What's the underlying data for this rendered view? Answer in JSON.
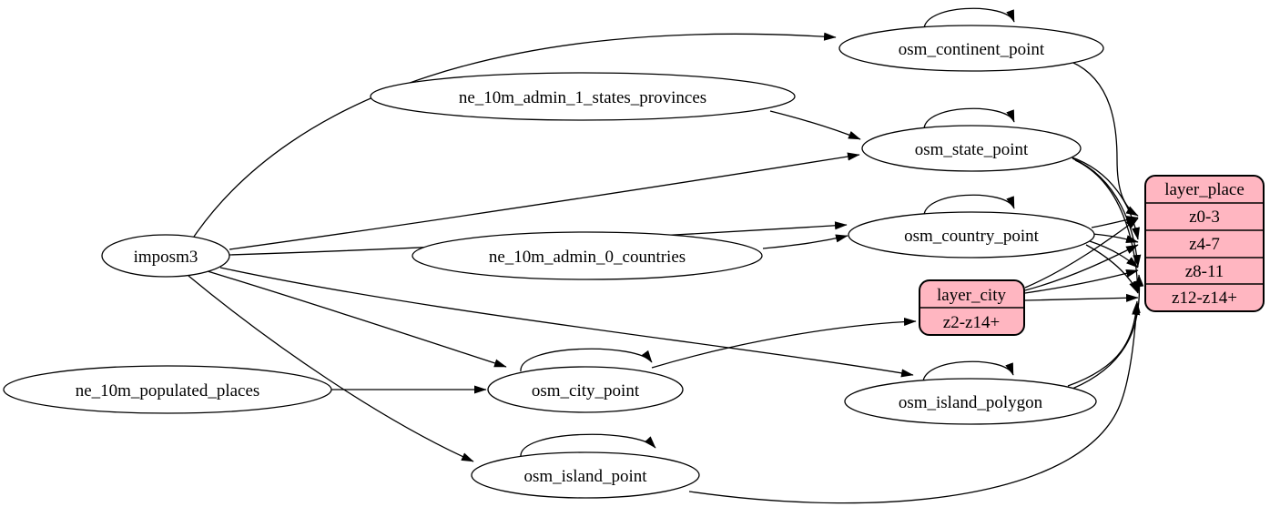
{
  "diagram": {
    "kind": "graphviz-etl-dependency-graph",
    "background": "#ffffff",
    "colors": {
      "node_fill": "#ffffff",
      "record_fill": "#ffb6c1",
      "stroke": "#000000",
      "text": "#000000"
    }
  },
  "nodes": {
    "imposm3": {
      "label": "imposm3",
      "shape": "ellipse"
    },
    "ne_10m_admin_1_states_provinces": {
      "label": "ne_10m_admin_1_states_provinces",
      "shape": "ellipse"
    },
    "ne_10m_admin_0_countries": {
      "label": "ne_10m_admin_0_countries",
      "shape": "ellipse"
    },
    "ne_10m_populated_places": {
      "label": "ne_10m_populated_places",
      "shape": "ellipse"
    },
    "osm_continent_point": {
      "label": "osm_continent_point",
      "shape": "ellipse"
    },
    "osm_state_point": {
      "label": "osm_state_point",
      "shape": "ellipse"
    },
    "osm_country_point": {
      "label": "osm_country_point",
      "shape": "ellipse"
    },
    "osm_city_point": {
      "label": "osm_city_point",
      "shape": "ellipse"
    },
    "osm_island_polygon": {
      "label": "osm_island_polygon",
      "shape": "ellipse"
    },
    "osm_island_point": {
      "label": "osm_island_point",
      "shape": "ellipse"
    }
  },
  "records": {
    "layer_place": {
      "title": "layer_place",
      "rows": [
        "z0-3",
        "z4-7",
        "z8-11",
        "z12-z14+"
      ]
    },
    "layer_city": {
      "title": "layer_city",
      "rows": [
        "z2-z14+"
      ]
    }
  },
  "edges": [
    {
      "from": "imposm3",
      "to": "osm_continent_point"
    },
    {
      "from": "imposm3",
      "to": "osm_state_point"
    },
    {
      "from": "imposm3",
      "to": "osm_country_point"
    },
    {
      "from": "imposm3",
      "to": "osm_city_point"
    },
    {
      "from": "imposm3",
      "to": "osm_island_polygon"
    },
    {
      "from": "imposm3",
      "to": "osm_island_point"
    },
    {
      "from": "ne_10m_admin_1_states_provinces",
      "to": "osm_state_point"
    },
    {
      "from": "ne_10m_admin_0_countries",
      "to": "osm_country_point"
    },
    {
      "from": "ne_10m_populated_places",
      "to": "osm_city_point"
    },
    {
      "from": "osm_continent_point",
      "to": "osm_continent_point"
    },
    {
      "from": "osm_state_point",
      "to": "osm_state_point"
    },
    {
      "from": "osm_country_point",
      "to": "osm_country_point"
    },
    {
      "from": "osm_city_point",
      "to": "osm_city_point"
    },
    {
      "from": "osm_island_polygon",
      "to": "osm_island_polygon"
    },
    {
      "from": "osm_island_point",
      "to": "osm_island_point"
    },
    {
      "from": "osm_continent_point",
      "to": "layer_place",
      "to_port": "z0-3"
    },
    {
      "from": "osm_state_point",
      "to": "layer_place",
      "to_port": "z4-7"
    },
    {
      "from": "osm_state_point",
      "to": "layer_place",
      "to_port": "z8-11"
    },
    {
      "from": "osm_state_point",
      "to": "layer_place",
      "to_port": "z12-z14+"
    },
    {
      "from": "osm_country_point",
      "to": "layer_place",
      "to_port": "z0-3"
    },
    {
      "from": "osm_country_point",
      "to": "layer_place",
      "to_port": "z4-7"
    },
    {
      "from": "osm_country_point",
      "to": "layer_place",
      "to_port": "z8-11"
    },
    {
      "from": "osm_country_point",
      "to": "layer_place",
      "to_port": "z12-z14+"
    },
    {
      "from": "osm_city_point",
      "to": "layer_city",
      "to_port": "z2-z14+"
    },
    {
      "from": "layer_city",
      "to": "layer_place",
      "to_port": "z0-3"
    },
    {
      "from": "layer_city",
      "to": "layer_place",
      "to_port": "z4-7"
    },
    {
      "from": "layer_city",
      "to": "layer_place",
      "to_port": "z8-11"
    },
    {
      "from": "layer_city",
      "to": "layer_place",
      "to_port": "z12-z14+"
    },
    {
      "from": "osm_island_polygon",
      "to": "layer_place",
      "to_port": "z8-11"
    },
    {
      "from": "osm_island_polygon",
      "to": "layer_place",
      "to_port": "z12-z14+"
    },
    {
      "from": "osm_island_point",
      "to": "layer_place",
      "to_port": "z12-z14+"
    }
  ]
}
